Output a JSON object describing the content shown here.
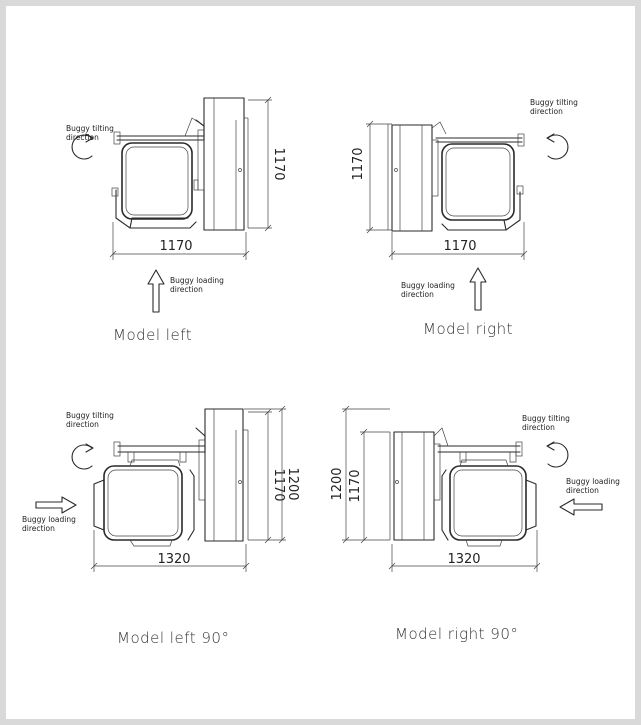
{
  "figures": [
    {
      "caption": "Model left",
      "tilting_label": [
        "Buggy tilting",
        "direction"
      ],
      "loading_label": [
        "Buggy loading",
        "direction"
      ],
      "dim_horizontal": "1170",
      "dim_vertical": "1170"
    },
    {
      "caption": "Model right",
      "tilting_label": [
        "Buggy tilting",
        "direction"
      ],
      "loading_label": [
        "Buggy loading",
        "direction"
      ],
      "dim_horizontal": "1170",
      "dim_vertical": "1170"
    },
    {
      "caption": "Model left 90°",
      "tilting_label": [
        "Buggy tilting",
        "direction"
      ],
      "loading_label": [
        "Buggy loading",
        "direction"
      ],
      "dim_horizontal": "1320",
      "dim_vertical_outer": "1200",
      "dim_vertical_inner": "1170"
    },
    {
      "caption": "Model right 90°",
      "tilting_label": [
        "Buggy tilting",
        "direction"
      ],
      "loading_label": [
        "Buggy loading",
        "direction"
      ],
      "dim_horizontal": "1320",
      "dim_vertical_outer": "1200",
      "dim_vertical_inner": "1170"
    }
  ]
}
